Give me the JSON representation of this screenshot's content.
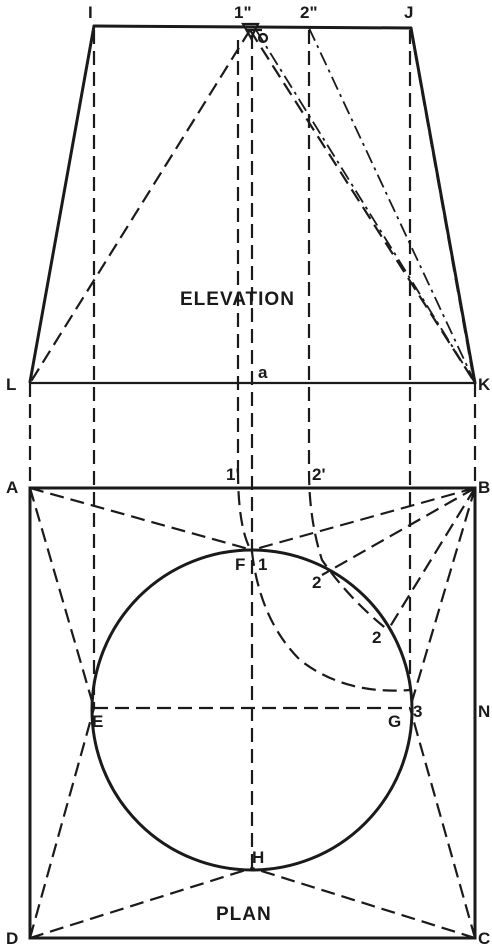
{
  "titles": {
    "elevation": "ELEVATION",
    "plan": "PLAN"
  },
  "points": {
    "I": "I",
    "one_dbl": "1\"",
    "two_dbl": "2\"",
    "J": "J",
    "L": "L",
    "a": "a",
    "K": "K",
    "A": "A",
    "one_prime": "1'",
    "two_prime": "2'",
    "B": "B",
    "F": "F",
    "one": "1",
    "two_a": "2",
    "two_b": "2",
    "E": "E",
    "G": "G",
    "three": "3",
    "N": "N",
    "H": "H",
    "D": "D",
    "C": "C"
  }
}
